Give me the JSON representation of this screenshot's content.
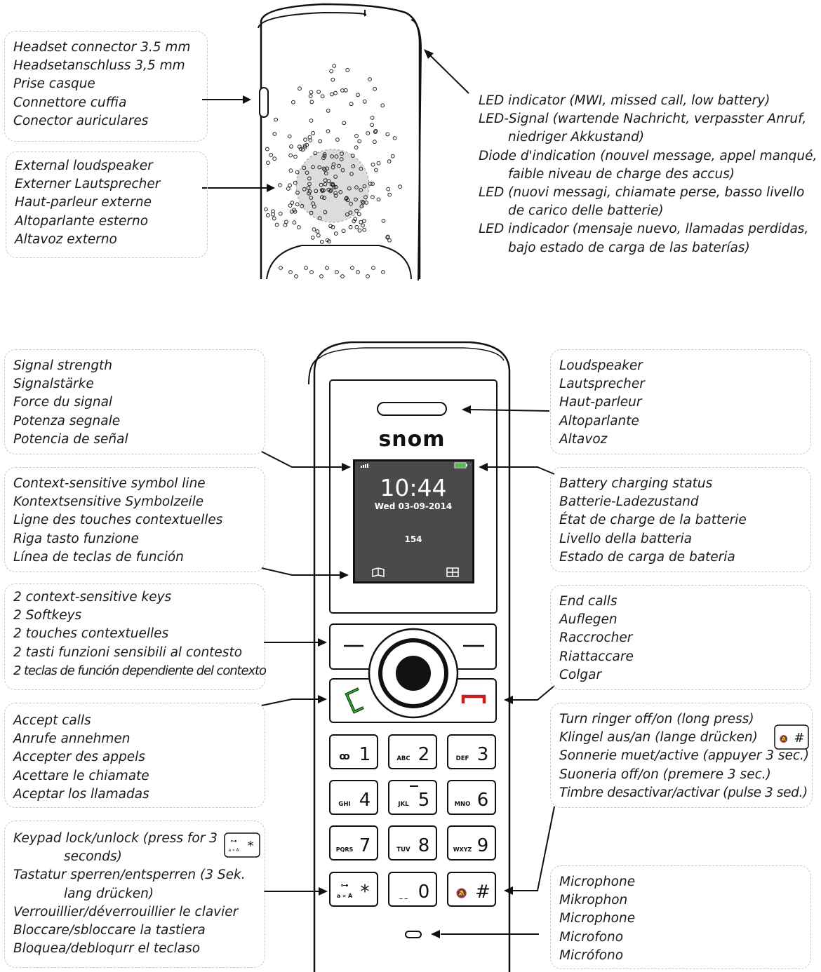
{
  "top_labels": {
    "headset": [
      "Headset connector 3.5 mm",
      "Headsetanschluss 3,5 mm",
      "Prise casque",
      "Connettore cuffia",
      "Conector auriculares"
    ],
    "external_speaker": [
      "External loudspeaker",
      "Externer Lautsprecher",
      "Haut-parleur externe",
      "Altoparlante esterno",
      "Altavoz externo"
    ],
    "led": [
      "LED indicator (MWI, missed call, low battery)",
      "LED-Signal (wartende Nachricht, verpasster Anruf,",
      "niedriger Akkustand)",
      "Diode d'indication (nouvel message, appel manqué,",
      "faible niveau de charge des accus)",
      "LED (nuovi messagi, chiamate perse, basso livello",
      "de carico delle batterie)",
      "LED indicador (mensaje nuevo, llamadas perdidas,",
      "bajo estado de carga de las baterías)"
    ]
  },
  "left_labels": {
    "signal": [
      "Signal strength",
      "Signalstärke",
      "Force du signal",
      "Potenza segnale",
      "Potencia de señal"
    ],
    "context_line": [
      "Context-sensitive symbol line",
      "Kontextsensitive Symbolzeile",
      "Ligne des touches contextuelles",
      "Riga tasto funzione",
      "Línea de teclas de función"
    ],
    "softkeys": [
      "2 context-sensitive keys",
      "2 Softkeys",
      "2 touches contextuelles",
      "2 tasti funzioni sensibili al contesto",
      "2 teclas de función dependiente del contexto"
    ],
    "accept": [
      "Accept calls",
      "Anrufe annehmen",
      "Accepter des appels",
      "Acettare le chiamate",
      "Aceptar los llamadas"
    ],
    "keypad_lock": [
      "Keypad lock/unlock (press for 3",
      "seconds)",
      "Tastatur sperren/entsperren (3 Sek.",
      "lang drücken)",
      "Verrouillier/déverrouillier le clavier",
      "Bloccare/sbloccare la tastiera",
      "Bloquea/debloqurr el teclaso"
    ]
  },
  "right_labels": {
    "loudspeaker": [
      "Loudspeaker",
      "Lautsprecher",
      "Haut-parleur",
      "Altoparlante",
      "Altavoz"
    ],
    "battery": [
      "Battery charging status",
      "Batterie-Ladezustand",
      "État de charge de la batterie",
      "Livello della batteria",
      "Estado de carga de bateria"
    ],
    "end_calls": [
      "End calls",
      "Auflegen",
      "Raccrocher",
      "Riattaccare",
      "Colgar"
    ],
    "ringer": [
      "Turn ringer off/on (long press)",
      "Klingel aus/an (lange drücken)",
      "Sonnerie muet/active (appuyer 3 sec.)",
      "Suoneria off/on (premere 3 sec.)",
      "Timbre desactivar/activar (pulse 3 sed.)"
    ],
    "microphone": [
      "Microphone",
      "Mikrophon",
      "Microphone",
      "Microfono",
      "Micrófono"
    ]
  },
  "phone": {
    "brand": "snom",
    "time": "10:44",
    "date": "Wed 03-09-2014",
    "extension": "154"
  },
  "keypad": [
    {
      "digit": "1",
      "letters": "ꝏ"
    },
    {
      "digit": "2",
      "letters": "ABC"
    },
    {
      "digit": "3",
      "letters": "DEF"
    },
    {
      "digit": "4",
      "letters": "GHI"
    },
    {
      "digit": "5",
      "letters": "JKL"
    },
    {
      "digit": "6",
      "letters": "MNO"
    },
    {
      "digit": "7",
      "letters": "PQRS"
    },
    {
      "digit": "8",
      "letters": "TUV"
    },
    {
      "digit": "9",
      "letters": "WXYZ"
    },
    {
      "digit": "*",
      "letters": "a » A"
    },
    {
      "digit": "0",
      "letters": "_ _"
    },
    {
      "digit": "#",
      "letters": ""
    }
  ],
  "colors": {
    "screen_bg": "#4a4a4a",
    "accept_green": "#1db01d",
    "end_red": "#c81e1e",
    "battery_green": "#3cc83c"
  }
}
